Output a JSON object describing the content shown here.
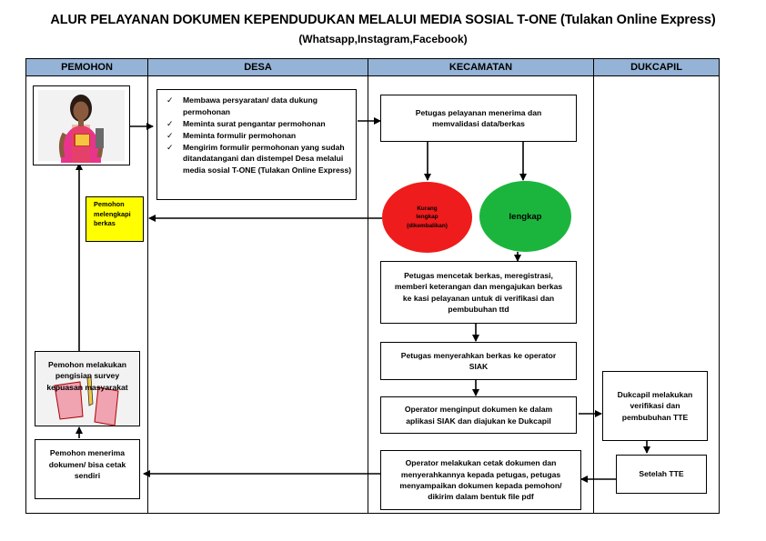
{
  "header": {
    "title": "ALUR PELAYANAN DOKUMEN KEPENDUDUKAN MELALUI MEDIA SOSIAL  T-ONE (Tulakan Online Express)",
    "subtitle": "(Whatsapp,Instagram,Facebook)"
  },
  "lanes": {
    "pemohon": "PEMOHON",
    "desa": "DESA",
    "kecamatan": "KECAMATAN",
    "dukcapil": "DUKCAPIL"
  },
  "desa_steps": [
    "Membawa persyaratan/ data dukung permohonan",
    "Meminta surat pengantar permohonan",
    "Meminta formulir permohonan",
    "Mengirim formulir permohonan yang sudah ditandatangani dan distempel Desa melalui media sosial T-ONE (Tulakan Online Express)"
  ],
  "nodes": {
    "lengkapi": "Pemohon melengkapi berkas",
    "survey": "Pemohon melakukan pengisian survey kepuasan masyarakat",
    "menerima": "Pemohon menerima dokumen/ bisa cetak sendiri",
    "validasi": "Petugas pelayanan menerima dan memvalidasi data/berkas",
    "kurang": "Kurang lengkap (dikembalikan)",
    "lengkap": "lengkap",
    "mencetak": "Petugas  mencetak berkas, meregistrasi, memberi keterangan dan mengajukan berkas ke kasi pelayanan untuk di verifikasi dan pembubuhan ttd",
    "menyerahkan": "Petugas menyerahkan berkas ke operator SIAK",
    "input": "Operator menginput dokumen ke dalam aplikasi SIAK dan diajukan ke Dukcapil",
    "cetak": "Operator melakukan cetak dokumen dan menyerahkannya kepada petugas, petugas menyampaikan dokumen kepada pemohon/ dikirim dalam bentuk file pdf",
    "verifikasi": "Dukcapil melakukan verifikasi dan pembubuhan TTE",
    "tte": "Setelah TTE"
  },
  "colors": {
    "lane_header": "#95b3d7",
    "kurang_fill": "#ee1c1c",
    "lengkap_fill": "#1bb53d",
    "note_fill": "#ffff00"
  },
  "icons": {
    "check": "check-icon",
    "person": "person-photo-icon",
    "survey": "survey-pencil-icon"
  }
}
